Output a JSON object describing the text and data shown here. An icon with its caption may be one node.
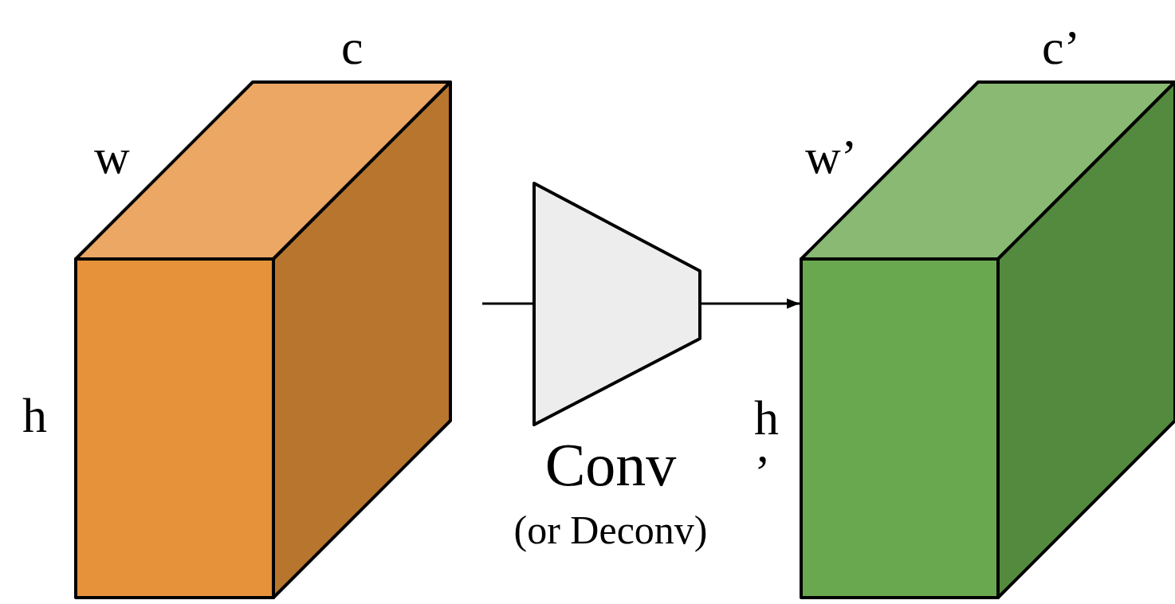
{
  "diagram": {
    "nodes": [
      {
        "text": [],
        "shape": "cube"
      },
      {
        "text": [],
        "shape": "trapezoid",
        "beside": [
          "Conv",
          "(or Deconv)"
        ]
      },
      {
        "text": [],
        "shape": "cube"
      }
    ],
    "edges": [
      {
        "from": null,
        "to": 1,
        "arrow": "none"
      },
      {
        "from": 1,
        "to": 2,
        "arrow": "to"
      }
    ],
    "labels": [
      "c",
      "w",
      "h",
      "c’",
      "w’",
      "h’"
    ]
  }
}
